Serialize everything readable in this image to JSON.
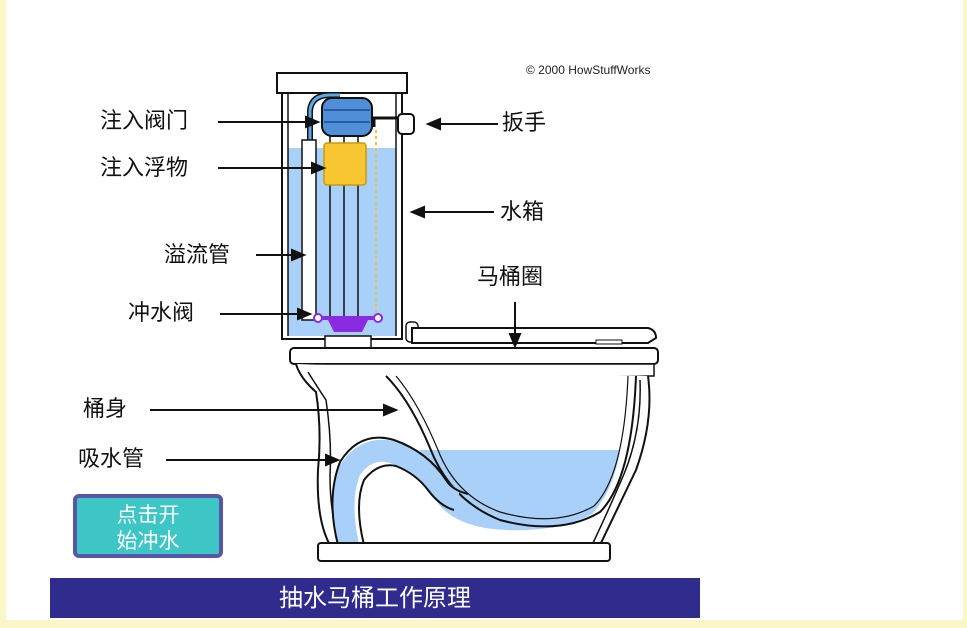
{
  "copyright": "© 2000 HowStuffWorks",
  "labels": {
    "fill_valve": "注入阀门",
    "fill_float": "注入浮物",
    "overflow_tube": "溢流管",
    "flush_valve": "冲水阀",
    "bowl": "桶身",
    "siphon_tube": "吸水管",
    "handle": "扳手",
    "tank": "水箱",
    "seat": "马桶圈"
  },
  "button": {
    "line1": "点击开",
    "line2": "始冲水"
  },
  "title": "抽水马桶工作原理",
  "colors": {
    "water": "#a8d0f8",
    "float": "#f8c630",
    "flapper": "#8a2be2",
    "title_bg": "#2f2c8e",
    "button_bg": "#3ec6c6",
    "button_border": "#5856a8"
  }
}
